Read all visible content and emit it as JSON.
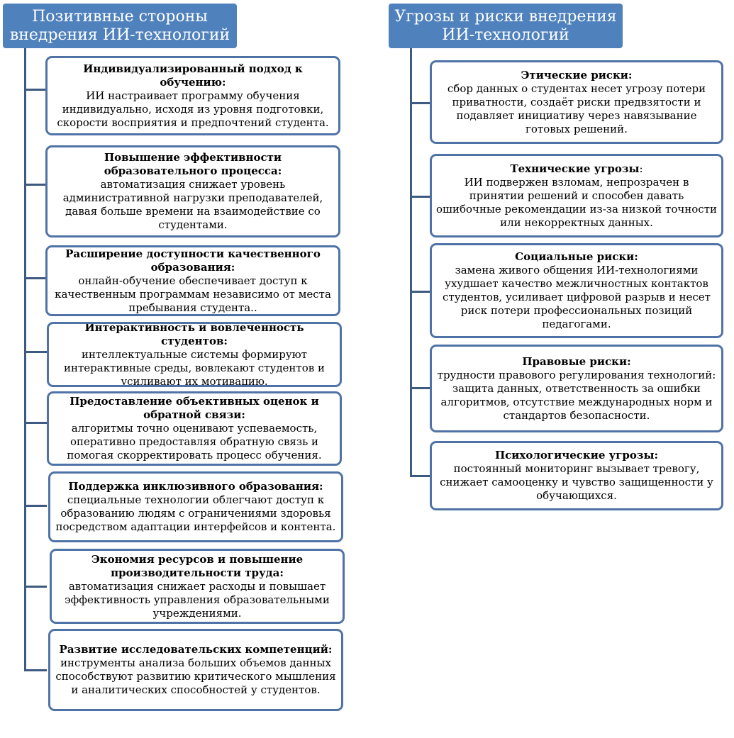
{
  "left": {
    "header": [
      "Позитивные стороны",
      "внедрения ИИ-технологий"
    ],
    "items": [
      {
        "title": "Индивидуализированный подход к обучению:",
        "text": "ИИ настраивает программу обучения индивидуально, исходя из уровня подготовки, скорости восприятия и предпочтений студента."
      },
      {
        "title": "Повышение эффективности образовательного процесса:",
        "text": "автоматизация снижает уровень административной нагрузки преподавателей, давая больше времени на взаимодействие со студентами."
      },
      {
        "title": "Расширение доступности качественного образования:",
        "text": "онлайн-обучение обеспечивает доступ к качественным программам независимо от места пребывания студента.."
      },
      {
        "title": "Интерактивность и вовлеченность студентов:",
        "text": "интеллектуальные  системы формируют интерактивные среды, вовлекают студентов и усиливают их мотивацию."
      },
      {
        "title": "Предоставление объективных оценок и обратной связи:",
        "text": "алгоритмы точно оценивают успеваемость, оперативно предоставляя обратную связь и помогая скорректировать процесс обучения."
      },
      {
        "title": "Поддержка инклюзивного образования:",
        "text": "специальные технологии облегчают доступ к образованию людям с ограничениями здоровья посредством адаптации интерфейсов и контента."
      },
      {
        "title": "Экономия ресурсов и повышение производительности труда:",
        "text": "автоматизация снижает расходы и повышает эффективность управления образовательными учреждениями."
      },
      {
        "title": "Развитие исследовательских компетенций:",
        "text": "инструменты анализа больших объемов данных способствуют развитию критического мышления и аналитических способностей у студентов."
      }
    ]
  },
  "right": {
    "header": [
      "Угрозы и риски внедрения",
      "ИИ-технологий"
    ],
    "items": [
      {
        "title": "Этические риски:",
        "text": "сбор данных о студентах несет угрозу потери приватности, создаёт риски предвзятости и подавляет инициативу через навязывание готовых решений."
      },
      {
        "title": "Технические угрозы",
        "title_suffix": ":",
        "text": "ИИ подвержен взломам, непрозрачен в принятии решений и способен давать ошибочные рекомендации из-за низкой точности или некорректных данных."
      },
      {
        "title": "Социальные риски:",
        "text": "замена живого общения ИИ-технологиями ухудшает качество межличностных контактов студентов, усиливает цифровой разрыв и несет риск потери профессиональных позиций педагогами."
      },
      {
        "title": "Правовые риски:",
        "text": "трудности правового регулирования технологий: защита данных, ответственность за ошибки алгоритмов, отсутствие международных норм и стандартов безопасности."
      },
      {
        "title": "Психологические угрозы:",
        "text": "постоянный мониторинг вызывает тревогу, снижает самооценку и чувство защищенности у обучающихся."
      }
    ]
  }
}
